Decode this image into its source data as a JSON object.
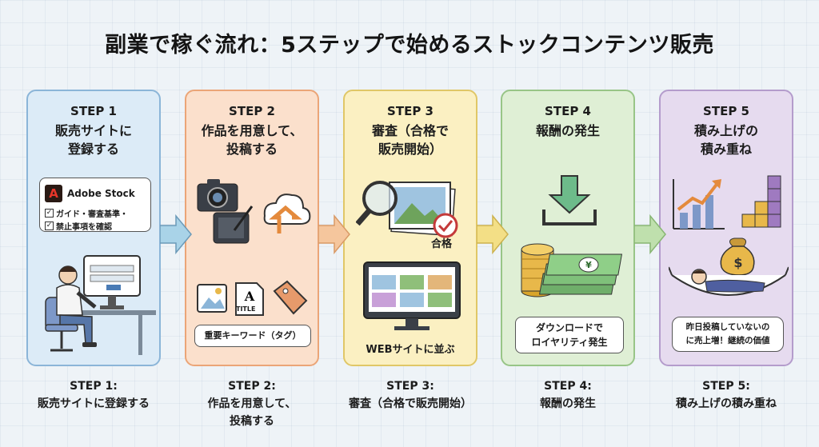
{
  "title": "副業で稼ぐ流れ：5ステップで始めるストックコンテンツ販売",
  "steps": [
    {
      "number": "STEP 1",
      "title": "販売サイトに登録する",
      "title_line1": "販売サイトに",
      "title_line2": "登録する",
      "site_name": "Adobe Stock",
      "checklist": [
        "ガイド・審査基準・",
        "禁止事項を確認"
      ],
      "caption_line1": "STEP 1:",
      "caption_line2": "販売サイトに登録する"
    },
    {
      "number": "STEP 2",
      "title_line1": "作品を用意して、",
      "title_line2": "投稿する",
      "title_icon_text": "TITLE",
      "keyword_box": "重要キーワード（タグ）",
      "caption_line1": "STEP 2:",
      "caption_line2": "作品を用意して、",
      "caption_line3": "投稿する"
    },
    {
      "number": "STEP 3",
      "title_line1": "審査（合格で",
      "title_line2": "販売開始）",
      "pass_label": "合格",
      "web_label": "WEBサイトに並ぶ",
      "caption_line1": "STEP 3:",
      "caption_line2": "審査（合格で販売開始）"
    },
    {
      "number": "STEP 4",
      "title_line1": "報酬の発生",
      "box_line1": "ダウンロードで",
      "box_line2": "ロイヤリティ発生",
      "caption_line1": "STEP 4:",
      "caption_line2": "報酬の発生"
    },
    {
      "number": "STEP 5",
      "title_line1": "積み上げの",
      "title_line2": "積み重ね",
      "bubble_line1": "昨日投稿していないの",
      "bubble_line2": "に売上増！継続の価値",
      "caption_line1": "STEP 5:",
      "caption_line2": "積み上げの積み重ね"
    }
  ],
  "colors": {
    "step1": "#dcebf7",
    "step2": "#fbe0cc",
    "step3": "#fbf0c2",
    "step4": "#dfefd5",
    "step5": "#e6dbef",
    "arrow": "#a9d3e8",
    "adobe_red": "#e8362a"
  },
  "icons": [
    "monitor-user-icon",
    "camera-icon",
    "pen-tablet-icon",
    "cloud-upload-icon",
    "image-icon",
    "title-file-icon",
    "tag-icon",
    "magnifier-photos-icon",
    "check-badge-icon",
    "web-gallery-monitor-icon",
    "download-icon",
    "coins-icon",
    "banknotes-icon",
    "growth-chart-icon",
    "cube-stack-icon",
    "money-bag-icon",
    "hammock-person-icon"
  ]
}
